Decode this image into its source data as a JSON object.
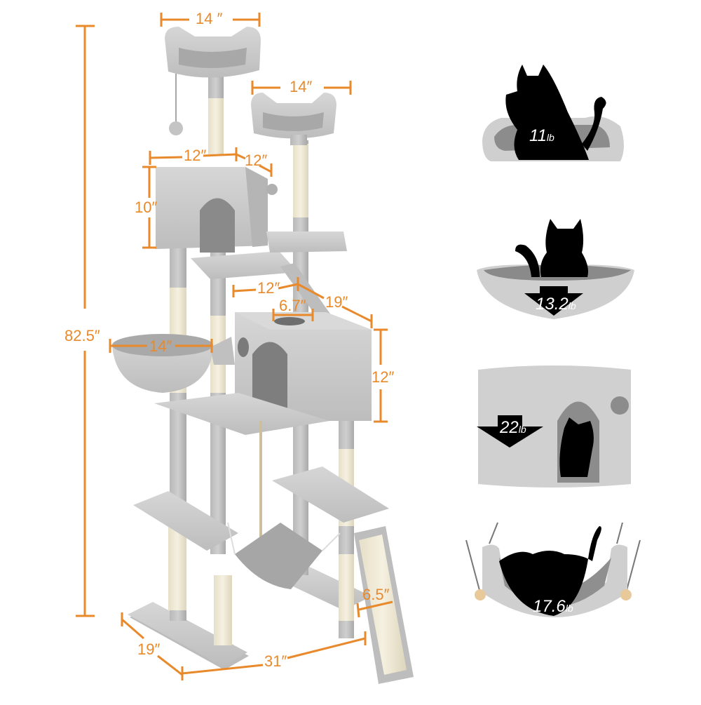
{
  "product": {
    "type": "cat-tree",
    "accent_color": "#e8892b",
    "plush_color": "#c9c9c9",
    "sisal_color": "#efe9d6"
  },
  "dimensions": {
    "total_height": "82.5″",
    "top_perch_width": "14 ″",
    "second_perch_width": "14″",
    "upper_condo_width": "12″",
    "upper_condo_depth": "12″",
    "upper_condo_height": "10″",
    "lower_condo_width": "12″",
    "lower_condo_depth": "19″",
    "lower_condo_hole": "6.7″",
    "lower_condo_height": "12″",
    "basket_width": "14″",
    "ramp_width": "6.5″",
    "base_depth": "19″",
    "base_width": "31″"
  },
  "weight_capacity": [
    {
      "component": "perch",
      "value": "11",
      "unit": "lb"
    },
    {
      "component": "basket",
      "value": "13.2",
      "unit": "lb"
    },
    {
      "component": "condo",
      "value": "22",
      "unit": "lb"
    },
    {
      "component": "hammock",
      "value": "17.6",
      "unit": "lb"
    }
  ]
}
